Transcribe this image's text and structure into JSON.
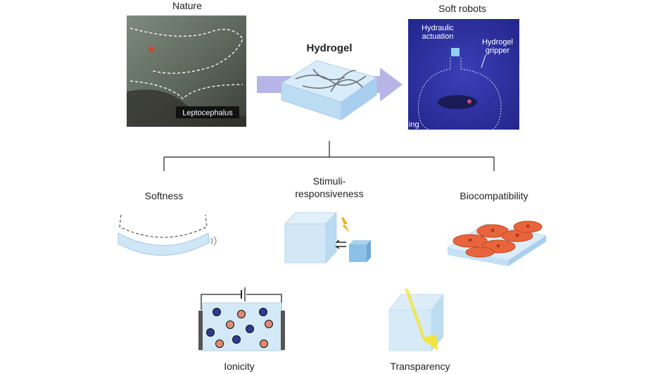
{
  "top": {
    "nature_label": "Nature",
    "nature_caption": "Leptocephalus",
    "hydrogel_label": "Hydrogel",
    "soft_robots_label": "Soft robots",
    "robot_labels": {
      "actuation_line1": "Hydraulic",
      "actuation_line2": "actuation",
      "gripper_line1": "Hydrogel",
      "gripper_line2": "gripper",
      "partial_text": "ing"
    }
  },
  "properties": {
    "softness": "Softness",
    "stimuli_line1": "Stimuli-",
    "stimuli_line2": "responsiveness",
    "biocompatibility": "Biocompatibility",
    "ionicity": "Ionicity",
    "transparency": "Transparency"
  },
  "colors": {
    "arrow": "#b7b4e6",
    "gel": "#cfe6f7",
    "robot_bg": "#2c2f9c",
    "cell": "#e8643c",
    "cation": "#2a3c8f",
    "anion": "#e08a72",
    "light": "#f2e43a"
  }
}
